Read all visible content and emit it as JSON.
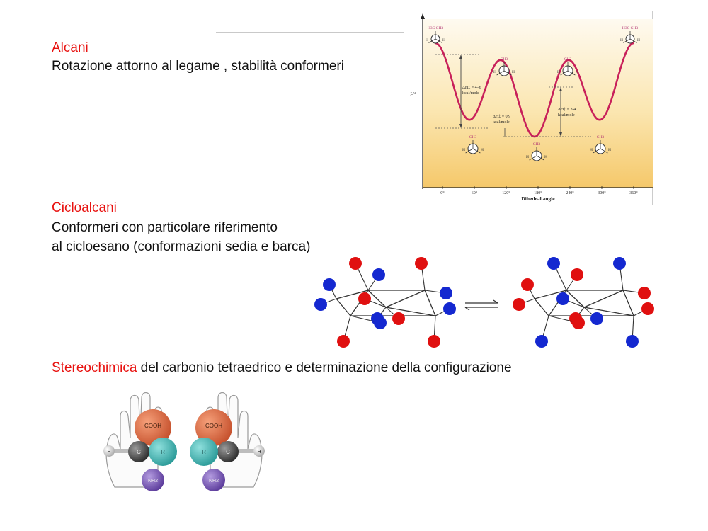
{
  "sections": {
    "alcani": {
      "title": "Alcani",
      "line1": "Rotazione attorno al legame  , stabilità conformeri"
    },
    "cicloalcani": {
      "title": "Cicloalcani",
      "line1": "Conformeri con particolare riferimento",
      "line2": "al cicloesano (conformazioni sedia e barca)"
    },
    "stereo": {
      "title": "Stereochimica",
      "rest": " del carbonio tetraedrico e determinazione della configurazione"
    }
  },
  "energy_chart": {
    "ylabel": "H°",
    "xlabel": "Dihedral angle",
    "ticks": [
      "0°",
      "60°",
      "120°",
      "180°",
      "240°",
      "300°",
      "360°"
    ],
    "annotations": {
      "dh1": "ΔH‡ = 4–6",
      "dh1_unit": "kcal/mole",
      "dh2": "ΔH‡ = 0.9",
      "dh2_unit": "kcal/mole",
      "dh3": "ΔH‡ = 3.4",
      "dh3_unit": "kcal/mole"
    },
    "newman_labels": {
      "h3c_ch3": "H3C CH3",
      "ch3": "CH3",
      "h3c": "H3C",
      "h": "H"
    }
  },
  "chirality": {
    "group_top": "COOH",
    "group_center": "C",
    "group_r": "R",
    "group_h": "H",
    "group_bottom": "NH2"
  },
  "colors": {
    "accent_red": "#e8110f",
    "curve": "#c8205a",
    "chart_bg_top": "#fdf5e0",
    "chart_bg_bottom": "#f6cf79",
    "atom_red": "#e01010",
    "atom_blue": "#1428d0"
  }
}
